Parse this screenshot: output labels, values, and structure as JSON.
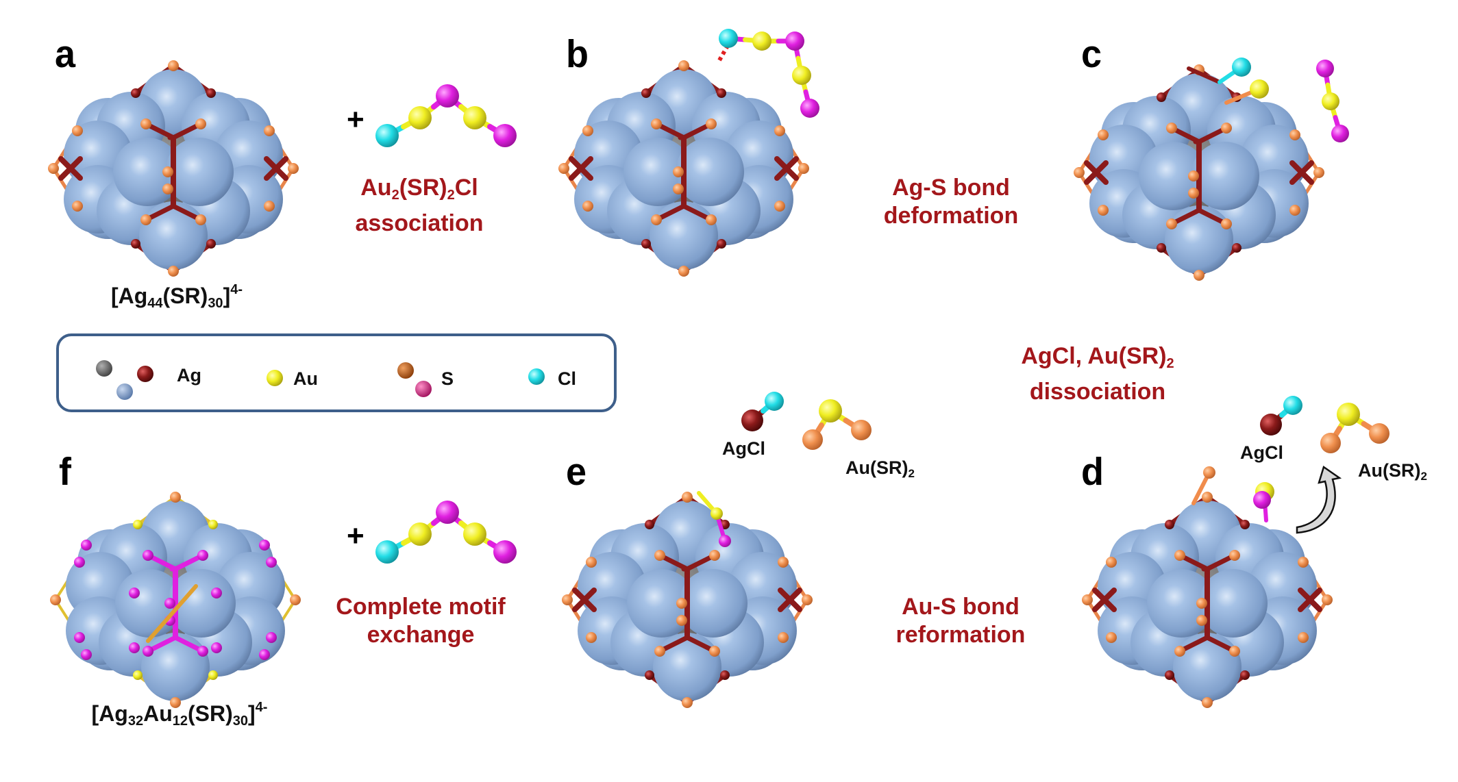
{
  "figure": {
    "panels": [
      {
        "id": "a",
        "label": "a",
        "state": "initial cluster",
        "formula": {
          "base": "[Ag",
          "sub1": "44",
          "mid": "(SR)",
          "sub2": "30",
          "end": "]",
          "sup": "4-"
        }
      },
      {
        "id": "b",
        "label": "b",
        "state": "Au2(SR)2Cl associated"
      },
      {
        "id": "c",
        "label": "c",
        "state": "Ag-S bond deformed"
      },
      {
        "id": "d",
        "label": "d",
        "state": "after dissociation"
      },
      {
        "id": "e",
        "label": "e",
        "state": "Au-S bond reformed"
      },
      {
        "id": "f",
        "label": "f",
        "state": "final alloy cluster",
        "formula": {
          "base": "[Ag",
          "sub1": "32",
          "mid1": "Au",
          "sub2": "12",
          "mid": "(SR)",
          "sub3": "30",
          "end": "]",
          "sup": "4-"
        }
      }
    ],
    "steps": [
      {
        "id": "a-to-b",
        "direction": "right",
        "reagent": "+",
        "line1_pre": "Au",
        "line1_sub1": "2",
        "line1_mid": "(SR)",
        "line1_sub2": "2",
        "line1_post": "Cl",
        "line2": "association"
      },
      {
        "id": "b-to-c",
        "direction": "right",
        "line1": "Ag-S bond",
        "line2": "deformation"
      },
      {
        "id": "c-to-d",
        "direction": "down",
        "line1_pre": "AgCl, Au(SR)",
        "line1_sub": "2",
        "line2": "dissociation"
      },
      {
        "id": "d-to-e",
        "direction": "left",
        "line1": "Au-S bond",
        "line2": "reformation"
      },
      {
        "id": "e-to-f",
        "direction": "left",
        "reagent": "+",
        "line1": "Complete motif",
        "line2": "exchange"
      }
    ],
    "byproducts": [
      {
        "name": "AgCl",
        "label": "AgCl"
      },
      {
        "name": "Au(SR)2",
        "label_pre": "Au(SR)",
        "label_sub": "2"
      }
    ],
    "legend": {
      "items": [
        {
          "element": "Ag",
          "label": "Ag",
          "colors": [
            "#555555",
            "#8b1010",
            "#7f9fc8"
          ]
        },
        {
          "element": "Au",
          "label": "Au",
          "colors": [
            "#e8e020"
          ]
        },
        {
          "element": "S",
          "label": "S",
          "colors": [
            "#c8641e",
            "#d02c8c"
          ]
        },
        {
          "element": "Cl",
          "label": "Cl",
          "colors": [
            "#18c8cc"
          ]
        }
      ]
    },
    "colors": {
      "ag_shell": "#8fb1dd",
      "ag_core": "#5a5a5a",
      "ag_staple": "#8b1a1a",
      "s_atom": "#f08c4c",
      "au_atom": "#eeee22",
      "s_au_motif": "#e020e0",
      "cl_atom": "#22dde6",
      "arrow": "#4f81bd",
      "step_text": "#a3171b"
    }
  }
}
